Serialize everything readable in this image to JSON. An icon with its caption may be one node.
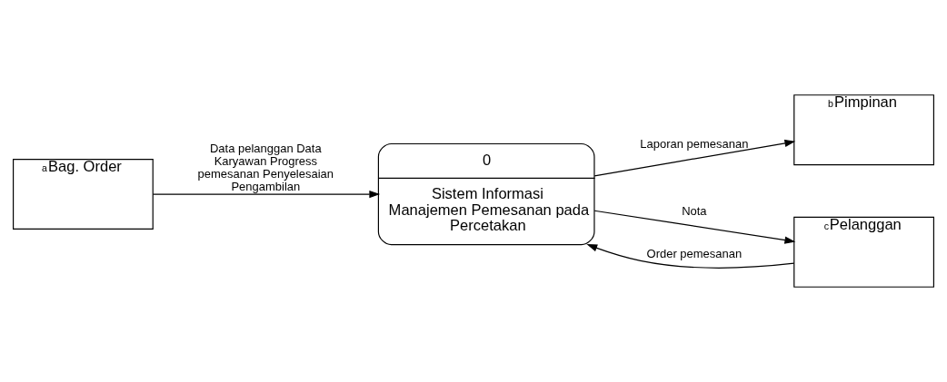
{
  "diagram": {
    "nodes": [
      {
        "text": [
          "a",
          "Bag. Order"
        ]
      },
      {
        "text": [
          "0",
          "Sistem Informasi Manajemen Pemesanan pada Percetakan"
        ]
      },
      {
        "text": [
          "b",
          "Pimpinan"
        ]
      },
      {
        "text": [
          "c",
          "Pelanggan"
        ]
      }
    ],
    "edges": [
      {
        "from": 0,
        "to": 1,
        "arrow": "to",
        "label": "Data pelanggan Data Karyawan Progress pemesanan Penyelesaian Pengambilan"
      },
      {
        "from": 1,
        "to": 2,
        "arrow": "to",
        "label": "Laporan pemesanan"
      },
      {
        "from": 3,
        "to": 1,
        "arrow": "to",
        "label": "Order pemesanan"
      },
      {
        "from": 1,
        "to": 3,
        "arrow": "to",
        "label": "Nota"
      }
    ]
  }
}
